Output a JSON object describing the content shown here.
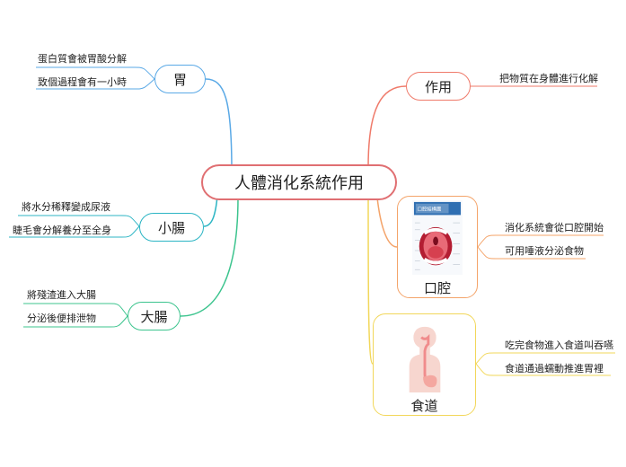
{
  "root": {
    "label": "人體消化系統作用"
  },
  "branches": {
    "stomach": {
      "label": "胃",
      "leaves": [
        "蛋白質會被胃酸分解",
        "致個過程會有一小時"
      ]
    },
    "small_intestine": {
      "label": "小腸",
      "leaves": [
        "將水分稀釋變成尿液",
        "睫毛會分解養分至全身"
      ]
    },
    "large_intestine": {
      "label": "大腸",
      "leaves": [
        "將殘渣進入大腸",
        "分泌後便排泄物"
      ]
    },
    "function": {
      "label": "作用",
      "leaves": [
        "把物質在身體進行化解"
      ]
    },
    "mouth": {
      "label": "口腔",
      "image_caption": "口腔結構圖",
      "leaves": [
        "消化系統會從口腔開始",
        "可用唾液分泌食物"
      ]
    },
    "esophagus": {
      "label": "食道",
      "leaves": [
        "吃完食物進入食道叫吞嚥",
        "食道通過蠕動推進胃裡"
      ]
    }
  },
  "colors": {
    "root": "#e06f72",
    "stomach": "#5aa9e6",
    "small_intestine": "#2cb5c4",
    "large_intestine": "#3cc48e",
    "function": "#ef7a6a",
    "mouth": "#f4a46a",
    "esophagus": "#f2d75a"
  }
}
